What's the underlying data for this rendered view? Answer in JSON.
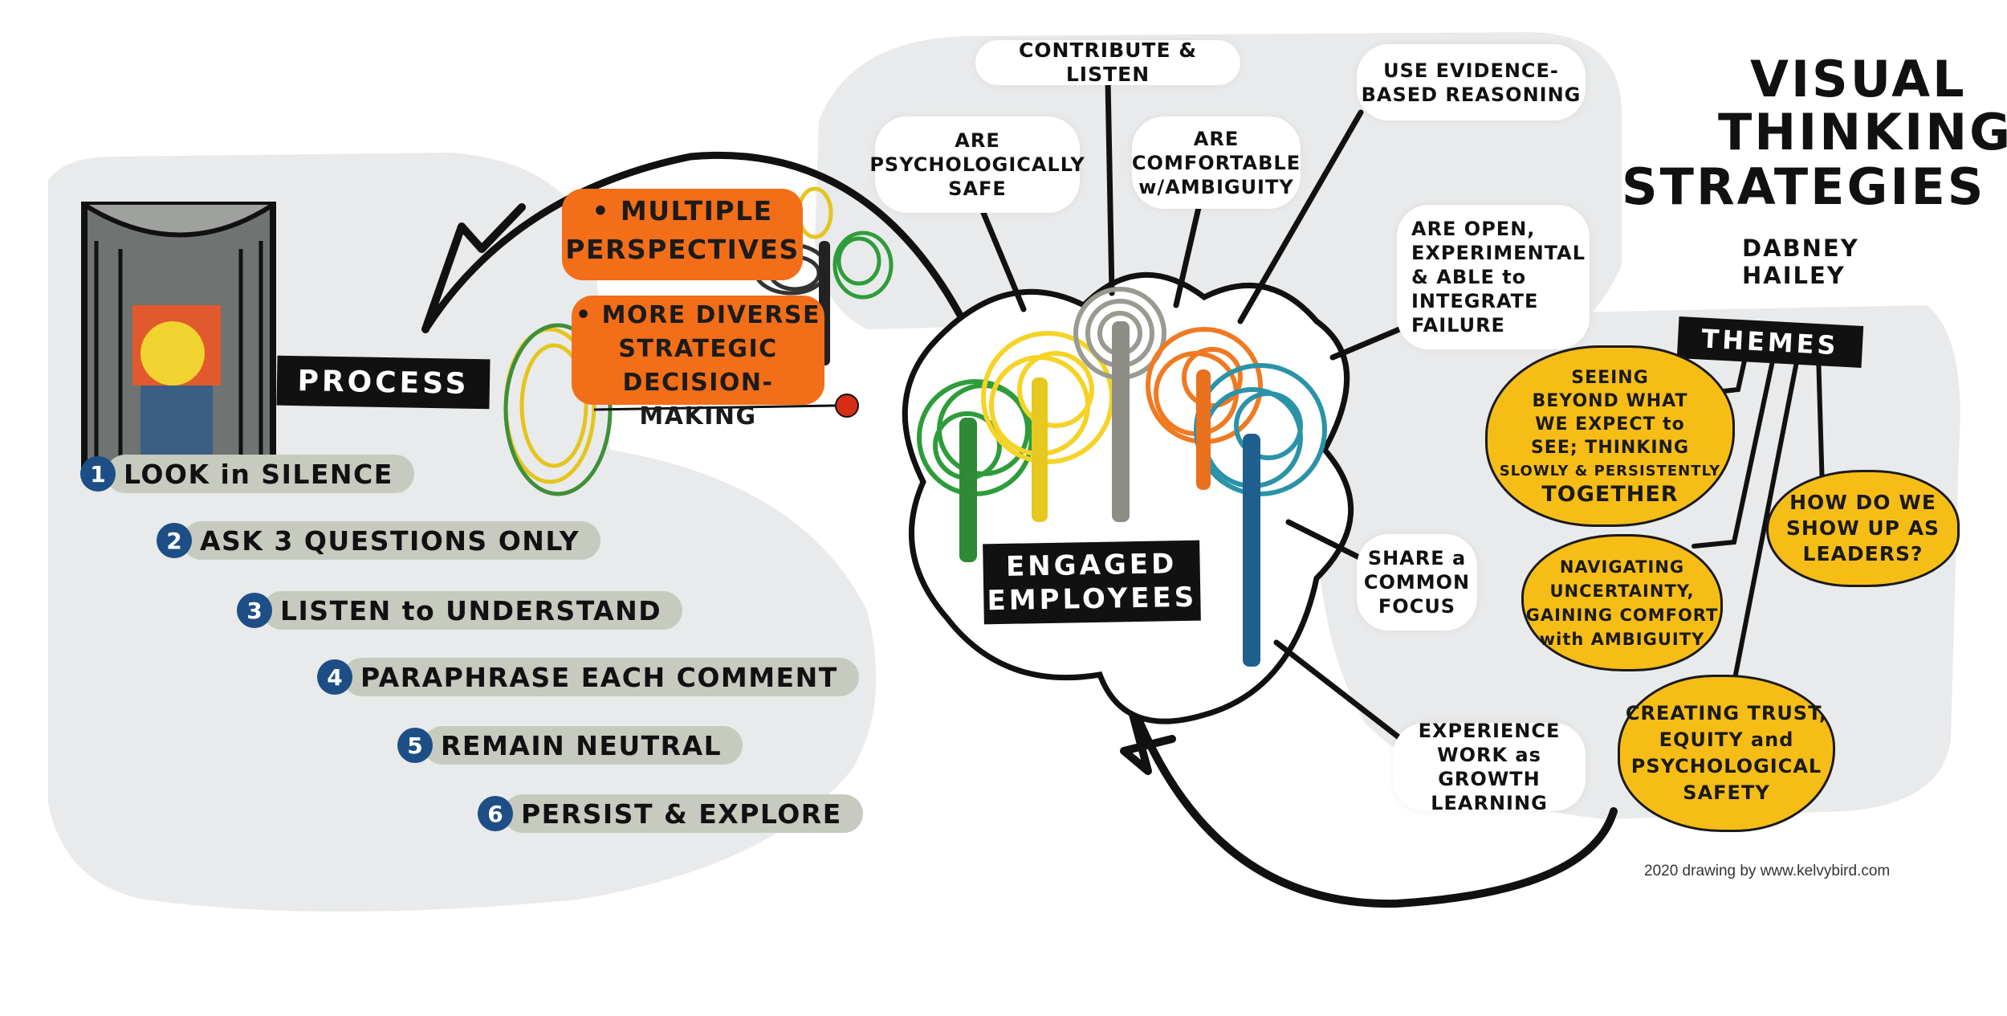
{
  "title": {
    "line1": "VISUAL",
    "line2": "THINKING",
    "line3": "STRATEGIES"
  },
  "author": "DABNEY HAILEY",
  "credit": "2020 drawing by www.kelvybird.com",
  "process": {
    "label": "PROCESS",
    "steps": [
      {
        "num": "1",
        "text": "LOOK in SILENCE"
      },
      {
        "num": "2",
        "text": "ASK 3 QUESTIONS ONLY"
      },
      {
        "num": "3",
        "text": "LISTEN to UNDERSTAND"
      },
      {
        "num": "4",
        "text": "PARAPHRASE EACH COMMENT"
      },
      {
        "num": "5",
        "text": "REMAIN NEUTRAL"
      },
      {
        "num": "6",
        "text": "PERSIST & EXPLORE"
      }
    ]
  },
  "outcomes": {
    "item1": {
      "line1": "• MULTIPLE",
      "line2": "PERSPECTIVES"
    },
    "item2": {
      "line1": "• MORE DIVERSE",
      "line2": "STRATEGIC",
      "line3": "DECISION-MAKING"
    }
  },
  "center": {
    "line1": "ENGAGED",
    "line2": "EMPLOYEES"
  },
  "attributes": {
    "contribute": "CONTRIBUTE & LISTEN",
    "safe": {
      "line1": "ARE",
      "line2": "PSYCHOLOGICALLY",
      "line3": "SAFE"
    },
    "ambiguity": {
      "line1": "ARE",
      "line2": "COMFORTABLE",
      "line3": "w/AMBIGUITY"
    },
    "evidence": {
      "line1": "USE EVIDENCE-",
      "line2": "BASED REASONING"
    },
    "open": {
      "line1": "ARE OPEN,",
      "line2": "EXPERIMENTAL",
      "line3": "& ABLE to",
      "line4": "INTEGRATE",
      "line5": "FAILURE"
    },
    "focus": {
      "line1": "SHARE a",
      "line2": "COMMON",
      "line3": "FOCUS"
    },
    "growth": {
      "line1": "EXPERIENCE",
      "line2": "WORK as GROWTH",
      "line3": "LEARNING"
    }
  },
  "themes": {
    "label": "THEMES",
    "t1": {
      "line1": "SEEING",
      "line2": "BEYOND WHAT",
      "line3": "WE EXPECT to",
      "line4": "SEE; THINKING",
      "line5": "SLOWLY & PERSISTENTLY",
      "line6": "TOGETHER"
    },
    "t2": {
      "line1": "NAVIGATING",
      "line2": "UNCERTAINTY,",
      "line3": "GAINING COMFORT",
      "line4": "with AMBIGUITY"
    },
    "t3": {
      "line1": "CREATING TRUST,",
      "line2": "EQUITY and",
      "line3": "PSYCHOLOGICAL",
      "line4": "SAFETY"
    },
    "t4": {
      "line1": "HOW DO WE",
      "line2": "SHOW UP AS",
      "line3": "LEADERS?"
    }
  },
  "colors": {
    "gray_field": "#e9eaeb",
    "step_number": "#1d4f86",
    "step_pill": "#c7cbbf",
    "orange": "#f26e18",
    "yellow": "#f7bd17",
    "ink": "#111111"
  }
}
